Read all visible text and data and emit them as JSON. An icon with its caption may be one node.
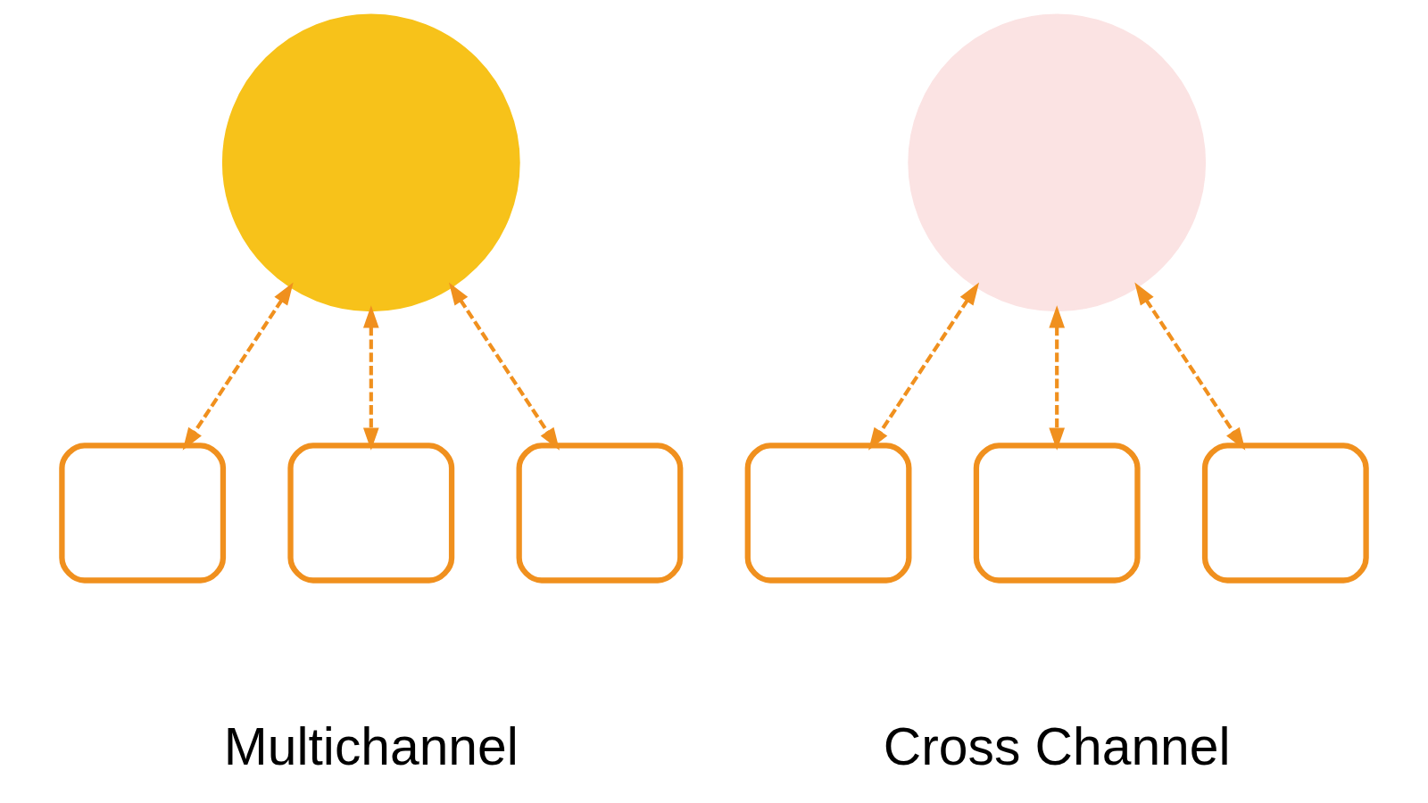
{
  "diagram": {
    "nodes": [
      {
        "text": [],
        "shape": "person"
      },
      {
        "text": [],
        "shape": "box"
      },
      {
        "text": [],
        "shape": "box"
      },
      {
        "text": [],
        "shape": "box"
      },
      {
        "text": [],
        "shape": "person"
      },
      {
        "text": [],
        "shape": "box"
      },
      {
        "text": [],
        "shape": "box"
      },
      {
        "text": [],
        "shape": "box"
      }
    ],
    "edges": [
      {
        "from": 0,
        "to": 1,
        "arrow": "both",
        "style": "dashed"
      },
      {
        "from": 0,
        "to": 2,
        "arrow": "both",
        "style": "dashed"
      },
      {
        "from": 0,
        "to": 3,
        "arrow": "both",
        "style": "dashed"
      },
      {
        "from": 4,
        "to": 5,
        "arrow": "both",
        "style": "dashed"
      },
      {
        "from": 4,
        "to": 6,
        "arrow": "both",
        "style": "dashed"
      },
      {
        "from": 4,
        "to": 7,
        "arrow": "both",
        "style": "dashed"
      }
    ],
    "labels": [
      "Multichannel",
      "Cross Channel"
    ]
  }
}
